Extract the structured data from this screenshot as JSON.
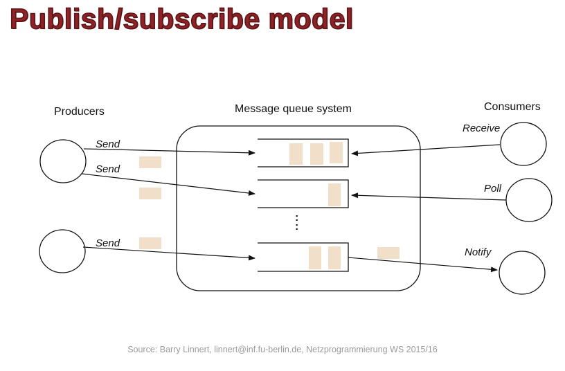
{
  "title": "Publish/subscribe model",
  "diagram": {
    "headings": {
      "producers": "Producers",
      "system": "Message queue system",
      "consumers": "Consumers"
    },
    "send_labels": [
      "Send",
      "Send",
      "Send"
    ],
    "consumer_labels": {
      "receive": "Receive",
      "poll": "Poll",
      "notify": "Notify"
    },
    "ellipsis": ":"
  },
  "colors": {
    "title": "#8e2327",
    "message_block": "#f2dfc9",
    "line": "#111111",
    "source_text": "#9a9a9a"
  },
  "footer": {
    "source": "Source: Barry Linnert, linnert@inf.fu-berlin.de, Netzprogrammierung WS 2015/16"
  }
}
